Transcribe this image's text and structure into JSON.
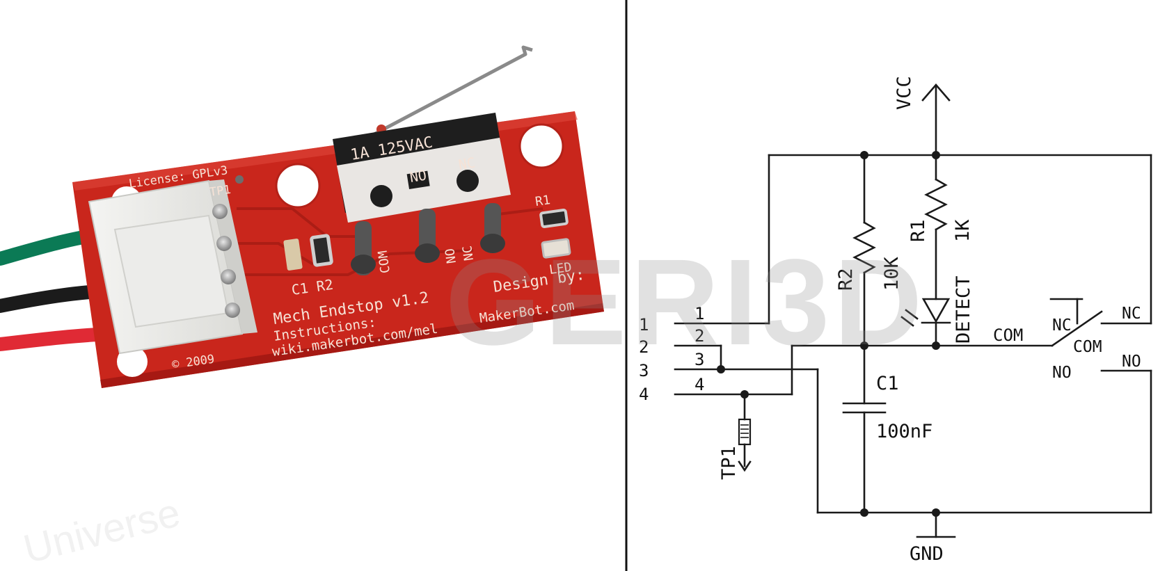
{
  "photo": {
    "license": "License: GPLv3",
    "tp1": "TP1",
    "switch_rating": "1A 125VAC",
    "switch_no": "NO",
    "switch_nc": "NC",
    "pin_com": "COM",
    "pin_no": "NO",
    "pin_nc": "NC",
    "r1": "R1",
    "led": "LED",
    "c1_r2": "C1 R2",
    "board_title": "Mech Endstop v1.2",
    "design_by": "Design by:",
    "makerbot": "MakerBot.com",
    "instructions": "Instructions:",
    "wiki": "wiki.makerbot.com/mel",
    "copyright": "© 2009",
    "watermark": "Universe"
  },
  "schematic": {
    "vcc": "VCC",
    "gnd": "GND",
    "r2_ref": "R2",
    "r2_val": "10K",
    "r1_ref": "R1",
    "r1_val": "1K",
    "led_name": "DETECT",
    "c1_ref": "C1",
    "c1_val": "100nF",
    "tp1": "TP1",
    "com": "COM",
    "nc": "NC",
    "no": "NO",
    "sw_nc": "NC",
    "sw_com": "COM",
    "sw_no": "NO",
    "pins_outer": [
      "1",
      "2",
      "3",
      "4"
    ],
    "pins_inner": [
      "1",
      "2",
      "3",
      "4"
    ]
  },
  "watermark": "GERI3D",
  "colors": {
    "pcb": "#c9261c",
    "pcb_dark": "#9e1712",
    "wire_green": "#0b7a55",
    "wire_black": "#1b1b1b",
    "wire_red": "#e02a35",
    "ink": "#1a1a1a"
  }
}
